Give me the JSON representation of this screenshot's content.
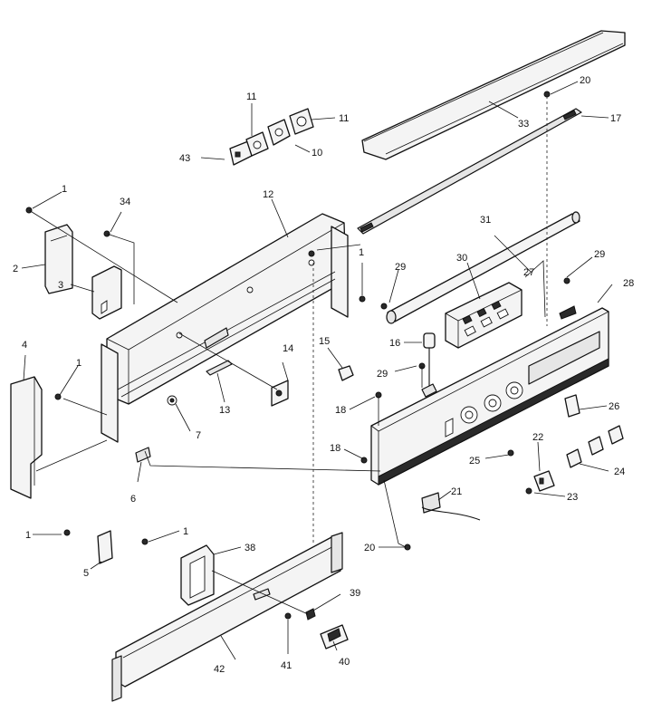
{
  "diagram": {
    "callouts": [
      {
        "id": "c1a",
        "text": "1"
      },
      {
        "id": "c1b",
        "text": "1"
      },
      {
        "id": "c1c",
        "text": "1"
      },
      {
        "id": "c1d",
        "text": "1"
      },
      {
        "id": "c1e",
        "text": "1"
      },
      {
        "id": "c2",
        "text": "2"
      },
      {
        "id": "c3",
        "text": "3"
      },
      {
        "id": "c4",
        "text": "4"
      },
      {
        "id": "c5",
        "text": "5"
      },
      {
        "id": "c6",
        "text": "6"
      },
      {
        "id": "c7",
        "text": "7"
      },
      {
        "id": "c10",
        "text": "10"
      },
      {
        "id": "c11a",
        "text": "11"
      },
      {
        "id": "c11b",
        "text": "11"
      },
      {
        "id": "c12",
        "text": "12"
      },
      {
        "id": "c13",
        "text": "13"
      },
      {
        "id": "c14",
        "text": "14"
      },
      {
        "id": "c15",
        "text": "15"
      },
      {
        "id": "c16",
        "text": "16"
      },
      {
        "id": "c17",
        "text": "17"
      },
      {
        "id": "c18a",
        "text": "18"
      },
      {
        "id": "c18b",
        "text": "18"
      },
      {
        "id": "c20a",
        "text": "20"
      },
      {
        "id": "c20b",
        "text": "20"
      },
      {
        "id": "c21",
        "text": "21"
      },
      {
        "id": "c22",
        "text": "22"
      },
      {
        "id": "c23",
        "text": "23"
      },
      {
        "id": "c24",
        "text": "24"
      },
      {
        "id": "c25",
        "text": "25"
      },
      {
        "id": "c26",
        "text": "26"
      },
      {
        "id": "c27",
        "text": "27"
      },
      {
        "id": "c28",
        "text": "28"
      },
      {
        "id": "c29a",
        "text": "29"
      },
      {
        "id": "c29b",
        "text": "29"
      },
      {
        "id": "c29c",
        "text": "29"
      },
      {
        "id": "c30",
        "text": "30"
      },
      {
        "id": "c31",
        "text": "31"
      },
      {
        "id": "c33",
        "text": "33"
      },
      {
        "id": "c34",
        "text": "34"
      },
      {
        "id": "c38",
        "text": "38"
      },
      {
        "id": "c39",
        "text": "39"
      },
      {
        "id": "c40",
        "text": "40"
      },
      {
        "id": "c41",
        "text": "41"
      },
      {
        "id": "c42",
        "text": "42"
      },
      {
        "id": "c43",
        "text": "43"
      }
    ]
  }
}
